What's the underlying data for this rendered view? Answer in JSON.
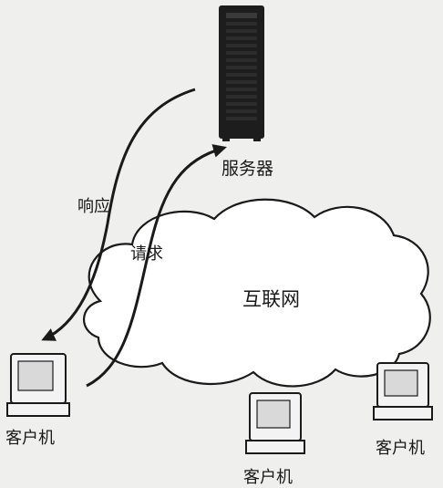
{
  "labels": {
    "server": "服务器",
    "response": "响应",
    "request": "请求",
    "internet": "互联网",
    "client_left": "客户机",
    "client_bottom": "客户机",
    "client_right": "客户机"
  },
  "colors": {
    "background": "#efefed",
    "ink": "#1a1a1a",
    "server_body": "#1d1d1d",
    "monitor_screen": "#d9d9d9",
    "cloud_fill": "#ffffff"
  }
}
